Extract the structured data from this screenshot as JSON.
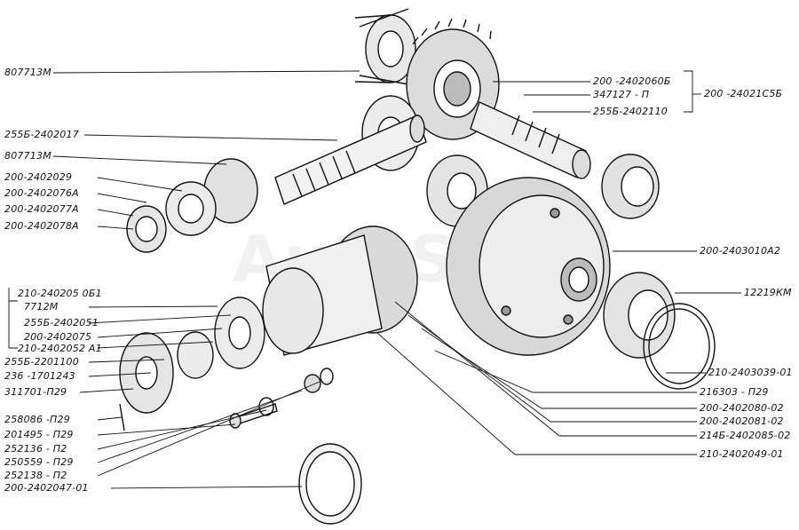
{
  "watermark": "AutoSoft",
  "left_labels": [
    "807713М",
    "255Б-2402017",
    "807713М",
    "200-2402029",
    "200-2402076А",
    "200-2402077А",
    "200-2402078А",
    "210-240205 0Б1",
    "7712М",
    "255Б-2402051",
    "200-2402075",
    "210-2402052 А1",
    "255Б-2201100",
    "236 -1701243",
    "311701-П29",
    "258086 -П29",
    "201495 - П29",
    "252136 - П2",
    "250559 - П29",
    "252138 - П2",
    "200-2402047-01"
  ],
  "right_labels": [
    "200 -2402060Б",
    "347127 - П",
    "255Б-2402110",
    "200 -24021С5Б",
    "200-2403010А2",
    "12219КМ",
    "210-2403039-01",
    "216303 - П29",
    "200-2402080-02",
    "200-2402081-02",
    "214Б-2402085-02",
    "210-2402049-01"
  ]
}
